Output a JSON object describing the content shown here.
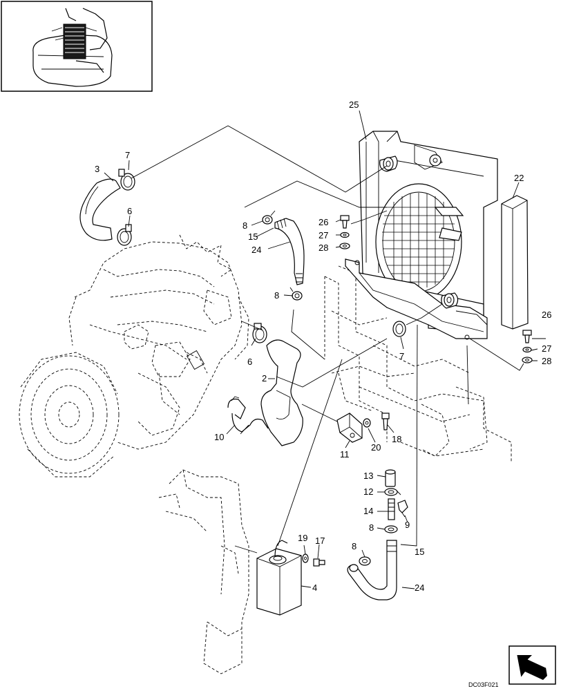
{
  "drawing_ref": "DC03F021",
  "callouts": {
    "c2": "2",
    "c3": "3",
    "c4": "4",
    "c6a": "6",
    "c6b": "6",
    "c7a": "7",
    "c7b": "7",
    "c8a": "8",
    "c8b": "8",
    "c8c": "8",
    "c8d": "8",
    "c9": "9",
    "c10": "10",
    "c11": "11",
    "c12": "12",
    "c13": "13",
    "c14": "14",
    "c15a": "15",
    "c15b": "15",
    "c17": "17",
    "c18": "18",
    "c19": "19",
    "c20": "20",
    "c22": "22",
    "c24a": "24",
    "c24b": "24",
    "c25": "25",
    "c26a": "26",
    "c26b": "26",
    "c27a": "27",
    "c27b": "27",
    "c28a": "28",
    "c28b": "28"
  }
}
